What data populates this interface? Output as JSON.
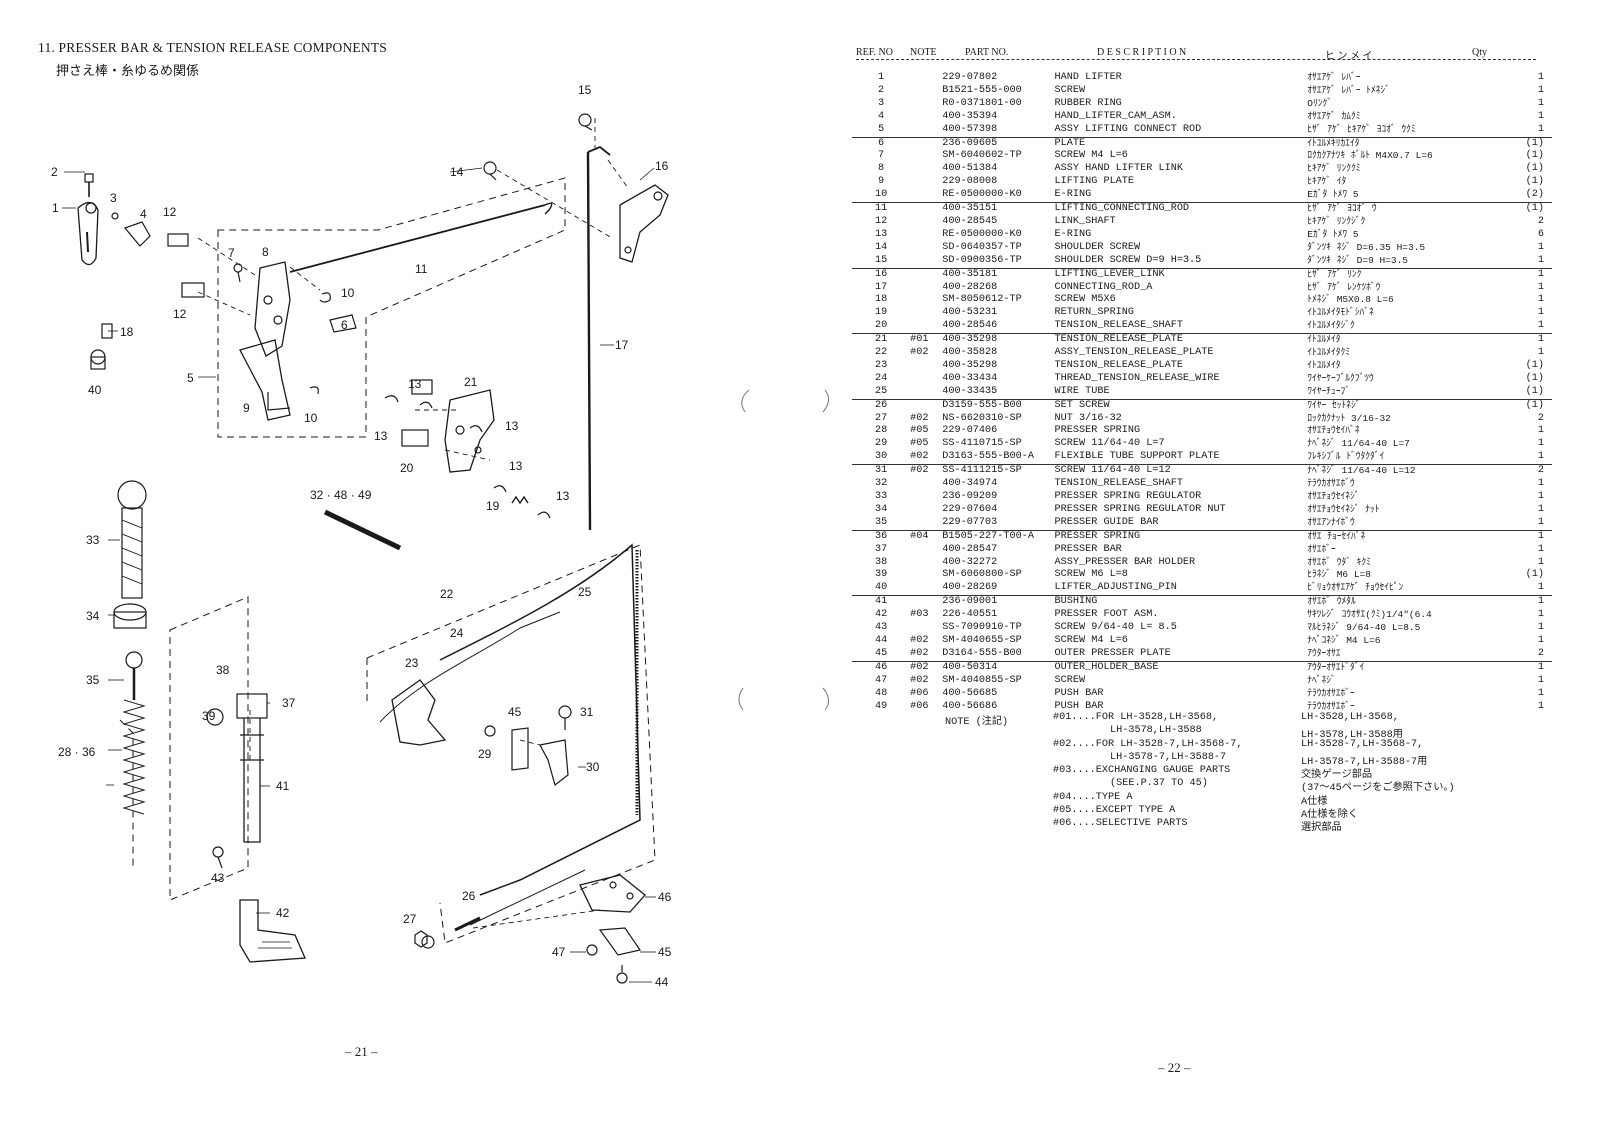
{
  "left_page": {
    "title_en": "11. PRESSER BAR & TENSION RELEASE COMPONENTS",
    "title_jp": "押さえ棒・糸ゆるめ関係",
    "page_number": "– 21 –",
    "callouts": {
      "c1": "1",
      "c2": "2",
      "c3": "3",
      "c4": "4",
      "c5": "5",
      "c6": "6",
      "c7": "7",
      "c8": "8",
      "c9": "9",
      "c10a": "10",
      "c10b": "10",
      "c11": "11",
      "c12a": "12",
      "c12b": "12",
      "c13a": "13",
      "c13b": "13",
      "c13c": "13",
      "c13d": "13",
      "c13e": "13",
      "c14": "14",
      "c15": "15",
      "c16": "16",
      "c17": "17",
      "c18": "18",
      "c19": "19",
      "c20": "20",
      "c21": "21",
      "c22": "22",
      "c23": "23",
      "c24": "24",
      "c25": "25",
      "c26": "26",
      "c27": "27",
      "c28_36": "28 · 36",
      "c29": "29",
      "c30": "30",
      "c31": "31",
      "c32_48_49": "32 · 48 · 49",
      "c33": "33",
      "c34": "34",
      "c35": "35",
      "c37": "37",
      "c38": "38",
      "c39": "39",
      "c40": "40",
      "c41": "41",
      "c42": "42",
      "c43": "43",
      "c44": "44",
      "c45a": "45",
      "c45b": "45",
      "c46": "46",
      "c47": "47"
    }
  },
  "right_page": {
    "page_number": "– 22 –",
    "headers": {
      "ref": "REF. NO",
      "note": "NOTE",
      "part": "PART NO.",
      "desc": "D E S C R I P T I O N",
      "kana": "ヒ ン メ イ",
      "qty": "Qty"
    },
    "parts": [
      {
        "ref": "1",
        "note": "",
        "part": "229-07802",
        "desc": "HAND LIFTER",
        "kana": "ｵｻｴｱｹﾞ ﾚﾊﾞｰ",
        "qty": "1",
        "sep": false
      },
      {
        "ref": "2",
        "note": "",
        "part": "B1521-555-000",
        "desc": "SCREW",
        "kana": "ｵｻｴｱｹﾞ ﾚﾊﾞｰ ﾄﾒﾈｼﾞ",
        "qty": "1",
        "sep": false
      },
      {
        "ref": "3",
        "note": "",
        "part": "R0-0371801-00",
        "desc": "RUBBER RING",
        "kana": "Oﾘﾝｸﾞ",
        "qty": "1",
        "sep": false
      },
      {
        "ref": "4",
        "note": "",
        "part": "400-35394",
        "desc": "HAND_LIFTER_CAM_ASM.",
        "kana": "ｵｻｴｱｹﾞ ｶﾑｸﾐ",
        "qty": "1",
        "sep": false
      },
      {
        "ref": "5",
        "note": "",
        "part": "400-57398",
        "desc": "ASSY LIFTING CONNECT ROD",
        "kana": "ﾋｻﾞ ｱｹﾞ ﾋｷｱｹﾞ ﾖｺｵﾞ ｳｸﾐ",
        "qty": "1",
        "sep": false
      },
      {
        "ref": "6",
        "note": "",
        "part": "236-09605",
        "desc": "PLATE",
        "kana": "ｲﾄﾕﾙﾒｷﾘｶｴｲﾀ",
        "qty": "(1)",
        "sep": true
      },
      {
        "ref": "7",
        "note": "",
        "part": "SM-6040602-TP",
        "desc": "SCREW M4 L=6",
        "kana": "ﾛｸｶｸｱﾅﾂｷ ﾎﾞﾙﾄ M4X0.7 L=6",
        "qty": "(1)",
        "sep": false
      },
      {
        "ref": "8",
        "note": "",
        "part": "400-51384",
        "desc": "ASSY HAND LIFTER LINK",
        "kana": "ﾋｷｱｹﾞ ﾘﾝｸｸﾐ",
        "qty": "(1)",
        "sep": false
      },
      {
        "ref": "9",
        "note": "",
        "part": "229-08008",
        "desc": "LIFTING PLATE",
        "kana": "ﾋｷｱｹﾞ ｲﾀ",
        "qty": "(1)",
        "sep": false
      },
      {
        "ref": "10",
        "note": "",
        "part": "RE-0500000-K0",
        "desc": "E-RING",
        "kana": "Eｶﾞﾀ ﾄﾒﾜ 5",
        "qty": "(2)",
        "sep": false
      },
      {
        "ref": "11",
        "note": "",
        "part": "400-35151",
        "desc": "LIFTING_CONNECTING_ROD",
        "kana": "ﾋｻﾞ ｱｹﾞ ﾖｺｵﾞ ｳ",
        "qty": "(1)",
        "sep": true
      },
      {
        "ref": "12",
        "note": "",
        "part": "400-28545",
        "desc": "LINK_SHAFT",
        "kana": "ﾋｷｱｹﾞ ﾘﾝｸｼﾞｸ",
        "qty": "2",
        "sep": false
      },
      {
        "ref": "13",
        "note": "",
        "part": "RE-0500000-K0",
        "desc": "E-RING",
        "kana": "Eｶﾞﾀ ﾄﾒﾜ 5",
        "qty": "6",
        "sep": false
      },
      {
        "ref": "14",
        "note": "",
        "part": "SD-0640357-TP",
        "desc": "SHOULDER SCREW",
        "kana": "ﾀﾞﾝﾂｷ ﾈｼﾞ D=6.35 H=3.5",
        "qty": "1",
        "sep": false
      },
      {
        "ref": "15",
        "note": "",
        "part": "SD-0900356-TP",
        "desc": "SHOULDER SCREW D=9 H=3.5",
        "kana": "ﾀﾞﾝﾂｷ ﾈｼﾞ D=9 H=3.5",
        "qty": "1",
        "sep": false
      },
      {
        "ref": "16",
        "note": "",
        "part": "400-35181",
        "desc": "LIFTING_LEVER_LINK",
        "kana": "ﾋｻﾞ ｱｹﾞ ﾘﾝｸ",
        "qty": "1",
        "sep": true
      },
      {
        "ref": "17",
        "note": "",
        "part": "400-28268",
        "desc": "CONNECTING_ROD_A",
        "kana": "ﾋｻﾞ ｱｹﾞ ﾚﾝｹﾂﾎﾞｳ",
        "qty": "1",
        "sep": false
      },
      {
        "ref": "18",
        "note": "",
        "part": "SM-8050612-TP",
        "desc": "SCREW M5X6",
        "kana": "ﾄﾒﾈｼﾞ M5X0.8 L=6",
        "qty": "1",
        "sep": false
      },
      {
        "ref": "19",
        "note": "",
        "part": "400-53231",
        "desc": "RETURN_SPRING",
        "kana": "ｲﾄﾕﾙﾒｲﾀﾓﾄﾞｼﾊﾞﾈ",
        "qty": "1",
        "sep": false
      },
      {
        "ref": "20",
        "note": "",
        "part": "400-28546",
        "desc": "TENSION_RELEASE_SHAFT",
        "kana": "ｲﾄﾕﾙﾒｲﾀｼﾞｸ",
        "qty": "1",
        "sep": false
      },
      {
        "ref": "21",
        "note": "#01",
        "part": "400-35298",
        "desc": "TENSION_RELEASE_PLATE",
        "kana": "ｲﾄﾕﾙﾒｲﾀ",
        "qty": "1",
        "sep": true
      },
      {
        "ref": "22",
        "note": "#02",
        "part": "400-35828",
        "desc": "ASSY_TENSION_RELEASE_PLATE",
        "kana": "ｲﾄﾕﾙﾒｲﾀｸﾐ",
        "qty": "1",
        "sep": false
      },
      {
        "ref": "23",
        "note": "",
        "part": "400-35298",
        "desc": "TENSION_RELEASE_PLATE",
        "kana": "ｲﾄﾕﾙﾒｲﾀ",
        "qty": "(1)",
        "sep": false
      },
      {
        "ref": "24",
        "note": "",
        "part": "400-33434",
        "desc": "THREAD_TENSION_RELEASE_WIRE",
        "kana": "ﾜｲﾔｰｹｰﾌﾞﾙｸﾌﾞﾂｳ",
        "qty": "(1)",
        "sep": false
      },
      {
        "ref": "25",
        "note": "",
        "part": "400-33435",
        "desc": "WIRE TUBE",
        "kana": "ﾜｲﾔｰﾁｭｰﾌﾞ",
        "qty": "(1)",
        "sep": false
      },
      {
        "ref": "26",
        "note": "",
        "part": "D3159-555-B00",
        "desc": "SET SCREW",
        "kana": "ﾜｲﾔｰ ｾｯﾄﾈｼﾞ",
        "qty": "(1)",
        "sep": true
      },
      {
        "ref": "27",
        "note": "#02",
        "part": "NS-6620310-SP",
        "desc": "NUT 3/16-32",
        "kana": "ﾛｯｸｶｸﾅｯﾄ 3/16-32",
        "qty": "2",
        "sep": false
      },
      {
        "ref": "28",
        "note": "#05",
        "part": "229-07406",
        "desc": "PRESSER SPRING",
        "kana": "ｵｻｴﾁｮｳｾｲﾊﾞﾈ",
        "qty": "1",
        "sep": false
      },
      {
        "ref": "29",
        "note": "#05",
        "part": "SS-4110715-SP",
        "desc": "SCREW 11/64-40 L=7",
        "kana": "ﾅﾍﾞﾈｼﾞ 11/64-40 L=7",
        "qty": "1",
        "sep": false
      },
      {
        "ref": "30",
        "note": "#02",
        "part": "D3163-555-B00-A",
        "desc": "FLEXIBLE TUBE SUPPORT PLATE",
        "kana": "ﾌﾚｷｼﾌﾞﾙ ﾄﾞｳﾀｸﾀﾞｲ",
        "qty": "1",
        "sep": false
      },
      {
        "ref": "31",
        "note": "#02",
        "part": "SS-4111215-SP",
        "desc": "SCREW 11/64-40 L=12",
        "kana": "ﾅﾍﾞﾈｼﾞ 11/64-40 L=12",
        "qty": "2",
        "sep": true
      },
      {
        "ref": "32",
        "note": "",
        "part": "400-34974",
        "desc": "TENSION_RELEASE_SHAFT",
        "kana": "ﾃﾗｳｶｵｻｴﾎﾞｳ",
        "qty": "1",
        "sep": false
      },
      {
        "ref": "33",
        "note": "",
        "part": "236-09209",
        "desc": "PRESSER SPRING REGULATOR",
        "kana": "ｵｻｴﾁｮｳｾｲﾈｼﾞ",
        "qty": "1",
        "sep": false
      },
      {
        "ref": "34",
        "note": "",
        "part": "229-07604",
        "desc": "PRESSER SPRING REGULATOR NUT",
        "kana": "ｵｻｴﾁｮｳｾｲﾈｼﾞ ﾅｯﾄ",
        "qty": "1",
        "sep": false
      },
      {
        "ref": "35",
        "note": "",
        "part": "229-07703",
        "desc": "PRESSER GUIDE BAR",
        "kana": "ｵｻｴｱﾝﾅｲﾎﾞｳ",
        "qty": "1",
        "sep": false
      },
      {
        "ref": "36",
        "note": "#04",
        "part": "B1505-227-T00-A",
        "desc": "PRESSER SPRING",
        "kana": "ｵｻｴ ﾁｮｰｾｲﾊﾞﾈ",
        "qty": "1",
        "sep": true
      },
      {
        "ref": "37",
        "note": "",
        "part": "400-28547",
        "desc": "PRESSER BAR",
        "kana": "ｵｻｴﾎﾞｰ",
        "qty": "1",
        "sep": false
      },
      {
        "ref": "38",
        "note": "",
        "part": "400-32272",
        "desc": "ASSY_PRESSER BAR HOLDER",
        "kana": "ｵｻｴﾎﾞ ｳﾀﾞ ｷｸﾐ",
        "qty": "1",
        "sep": false
      },
      {
        "ref": "39",
        "note": "",
        "part": "SM-6060800-SP",
        "desc": "SCREW M6 L=8",
        "kana": "ﾋﾗﾈｼﾞ M6 L=8",
        "qty": "(1)",
        "sep": false
      },
      {
        "ref": "40",
        "note": "",
        "part": "400-28269",
        "desc": "LIFTER_ADJUSTING_PIN",
        "kana": "ﾋﾞﾘｮｳｵｻｴｱｹﾞ ﾁｮｳｾｲﾋﾟﾝ",
        "qty": "1",
        "sep": false
      },
      {
        "ref": "41",
        "note": "",
        "part": "236-09001",
        "desc": "BUSHING",
        "kana": "ｵｻｴﾎﾞ ｳﾒﾀﾙ",
        "qty": "1",
        "sep": true
      },
      {
        "ref": "42",
        "note": "#03",
        "part": "226-40551",
        "desc": "PRESSER FOOT ASM.",
        "kana": "ｻｷﾂﾚｼﾞ ｺｳｵｻｴ(ｸﾐ)1/4\"(6.4",
        "qty": "1",
        "sep": false
      },
      {
        "ref": "43",
        "note": "",
        "part": "SS-7090910-TP",
        "desc": "SCREW 9/64-40 L= 8.5",
        "kana": "ﾏﾙﾋﾗﾈｼﾞ 9/64-40 L=8.5",
        "qty": "1",
        "sep": false
      },
      {
        "ref": "44",
        "note": "#02",
        "part": "SM-4040655-SP",
        "desc": "SCREW M4 L=6",
        "kana": "ﾅﾍﾞｺﾈｼﾞ M4 L=6",
        "qty": "1",
        "sep": false
      },
      {
        "ref": "45",
        "note": "#02",
        "part": "D3164-555-B00",
        "desc": "OUTER PRESSER PLATE",
        "kana": "ｱｳﾀｰｵｻｴ",
        "qty": "2",
        "sep": false
      },
      {
        "ref": "46",
        "note": "#02",
        "part": "400-50314",
        "desc": "OUTER_HOLDER_BASE",
        "kana": "ｱｳﾀｰｵｻｴﾄﾞﾀﾞｲ",
        "qty": "1",
        "sep": true
      },
      {
        "ref": "47",
        "note": "#02",
        "part": "SM-4040855-SP",
        "desc": "SCREW",
        "kana": "ﾅﾍﾞﾈｼﾞ",
        "qty": "1",
        "sep": false
      },
      {
        "ref": "48",
        "note": "#06",
        "part": "400-56685",
        "desc": "PUSH BAR",
        "kana": "ﾃﾗｳｶｵｻｴﾎﾞｰ",
        "qty": "1",
        "sep": false
      },
      {
        "ref": "49",
        "note": "#06",
        "part": "400-56686",
        "desc": "PUSH BAR",
        "kana": "ﾃﾗｳｶｵｻｴﾎﾞｰ",
        "qty": "1",
        "sep": false
      }
    ],
    "notes": {
      "label": "NOTE (注記)",
      "n1_en_a": "#01....FOR LH-3528,LH-3568,",
      "n1_en_b": "LH-3578,LH-3588",
      "n1_jp_a": "LH-3528,LH-3568,",
      "n1_jp_b": "LH-3578,LH-3588用",
      "n2_en_a": "#02....FOR LH-3528-7,LH-3568-7,",
      "n2_en_b": "LH-3578-7,LH-3588-7",
      "n2_jp_a": "LH-3528-7,LH-3568-7,",
      "n2_jp_b": "LH-3578-7,LH-3588-7用",
      "n3_en_a": "#03....EXCHANGING GAUGE PARTS",
      "n3_en_b": "(SEE.P.37 TO 45)",
      "n3_jp_a": "交換ゲージ部品",
      "n3_jp_b": "(37～45ページをご参照下さい。)",
      "n4_en": "#04....TYPE A",
      "n4_jp": "A仕様",
      "n5_en": "#05....EXCEPT TYPE A",
      "n5_jp": "A仕様を除く",
      "n6_en": "#06....SELECTIVE PARTS",
      "n6_jp": "選択部品"
    }
  }
}
